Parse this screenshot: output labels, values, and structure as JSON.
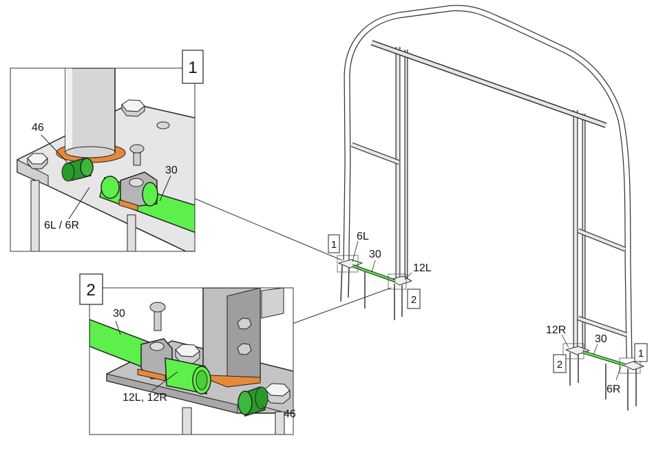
{
  "detail_1": {
    "number": "1",
    "labels": {
      "cap": "46",
      "pipe": "30",
      "plate": "6L / 6R"
    }
  },
  "detail_2": {
    "number": "2",
    "labels": {
      "pipe": "30",
      "plate": "12L, 12R",
      "cap": "46"
    }
  },
  "frame_labels": {
    "box1_left": "1",
    "plate_6L": "6L",
    "pipe_30_left": "30",
    "plate_12L": "12L",
    "box2_left": "2",
    "plate_12R": "12R",
    "pipe_30_right": "30",
    "box2_right": "2",
    "box1_right": "1",
    "plate_6R": "6R"
  },
  "colors": {
    "pipe_green": "#5ef04a",
    "cap_green": "#2a9a2a",
    "sleeve_orange": "#e8893a",
    "metal_grey": "#c8c8c8",
    "outline": "#222222"
  }
}
